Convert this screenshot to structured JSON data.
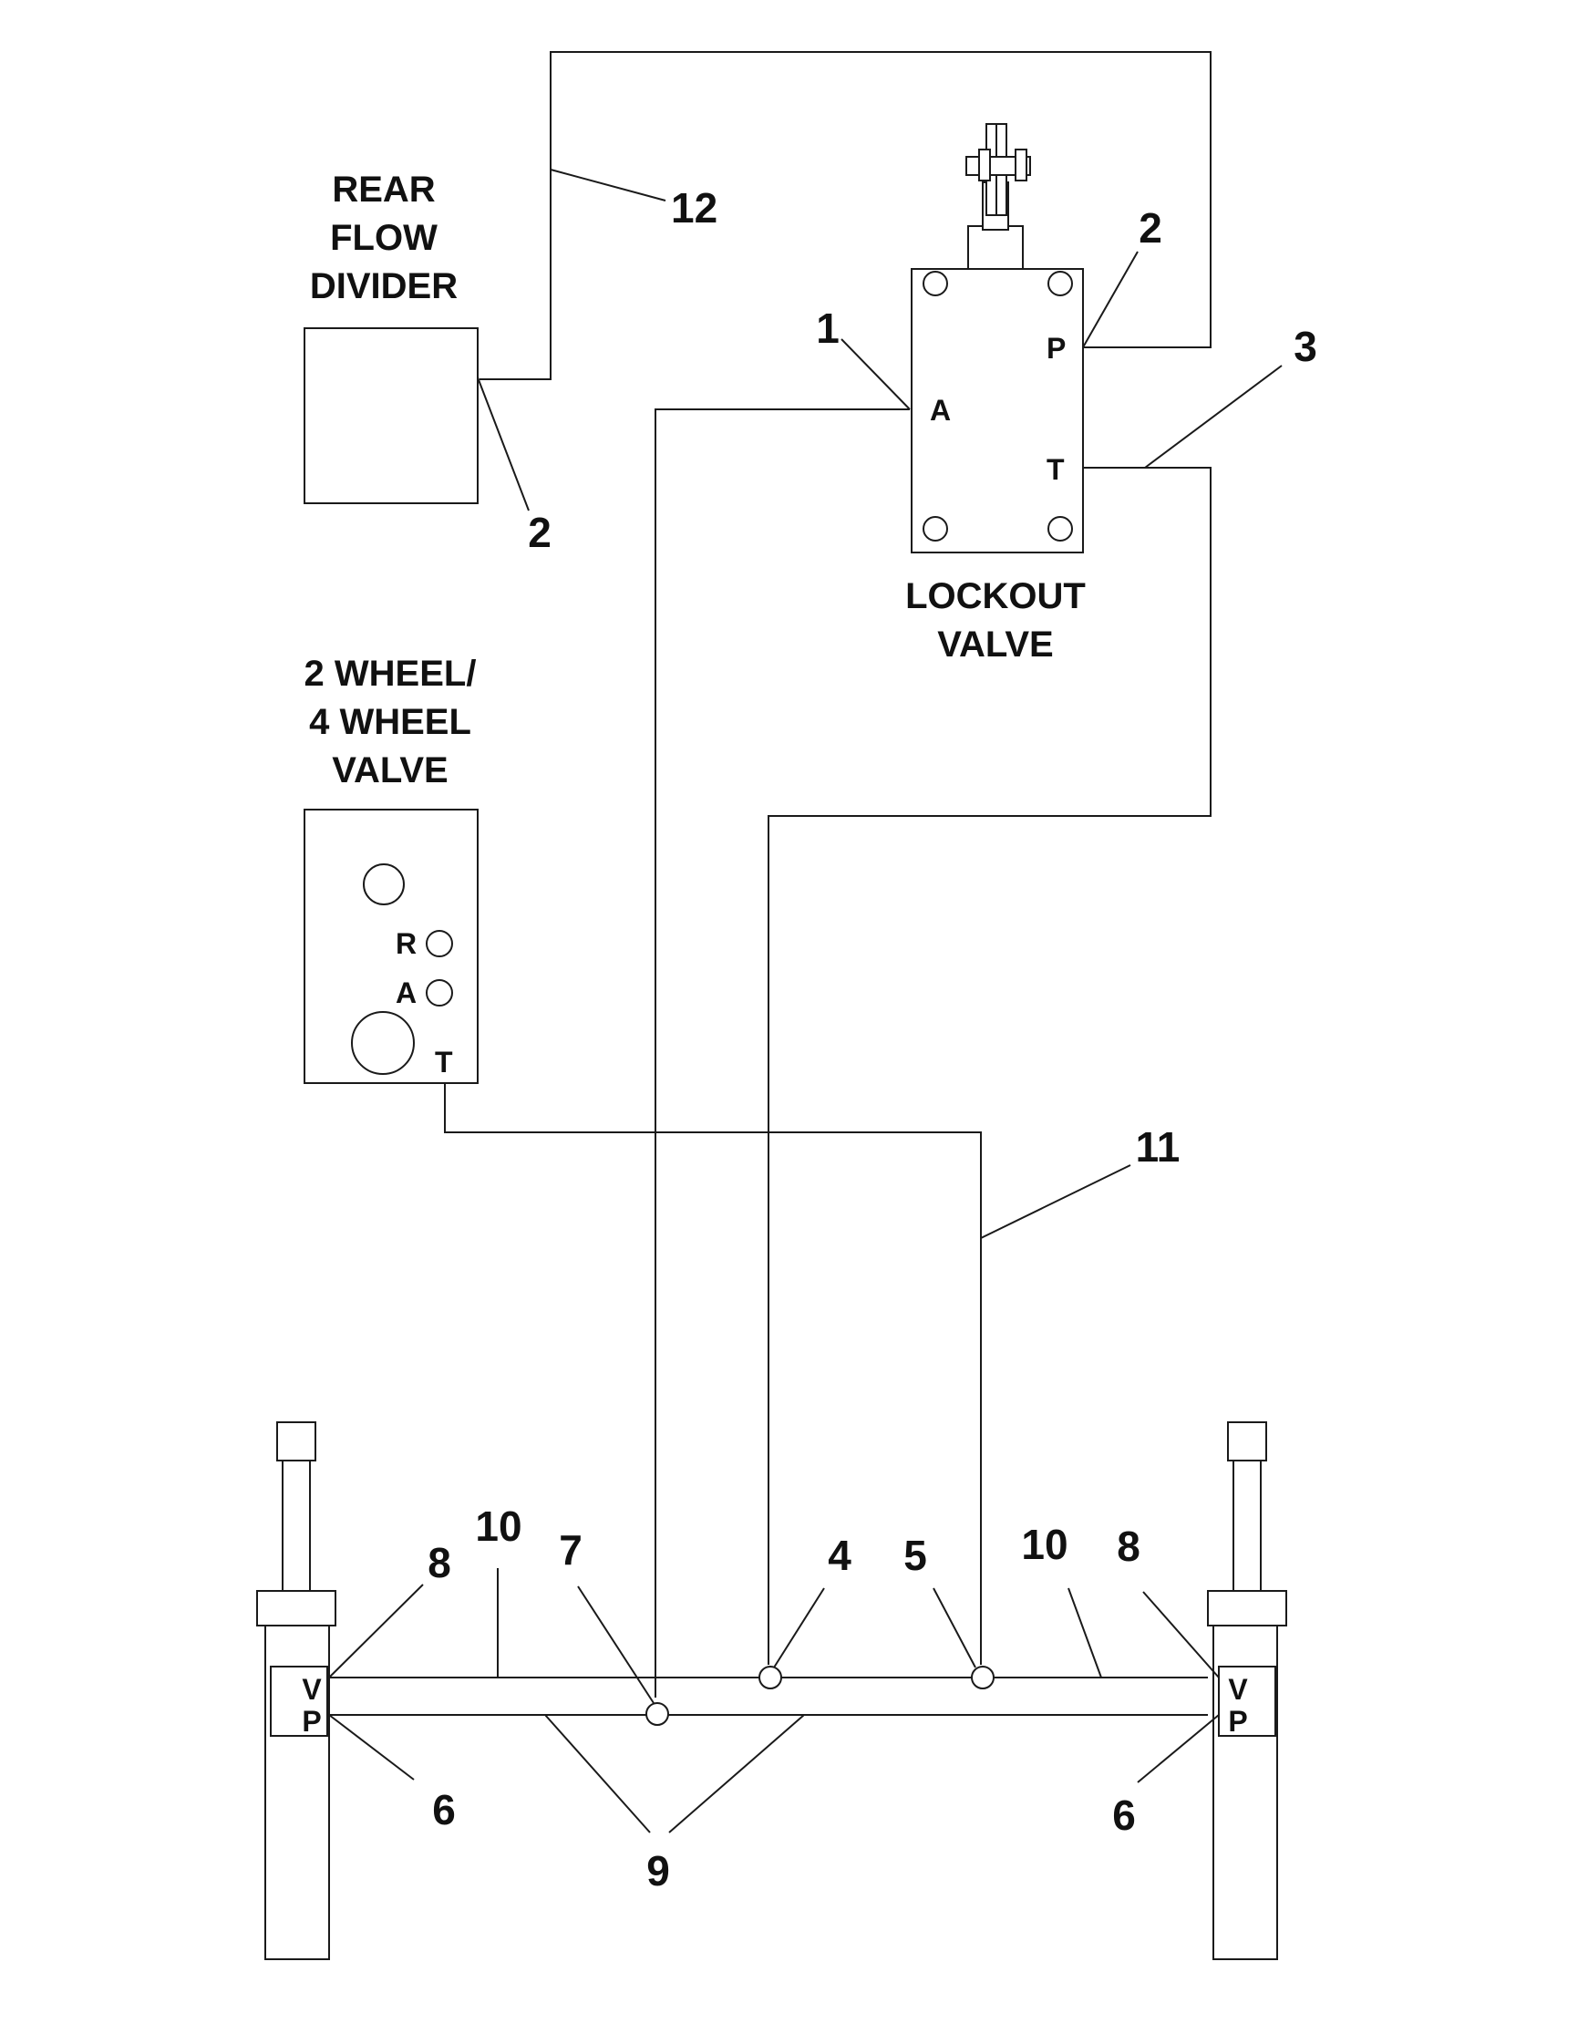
{
  "components": {
    "rear_flow_divider": {
      "title_lines": [
        "REAR",
        "FLOW",
        "DIVIDER"
      ]
    },
    "lockout_valve": {
      "title_lines": [
        "LOCKOUT",
        "VALVE"
      ],
      "ports": {
        "a": "A",
        "p": "P",
        "t": "T"
      }
    },
    "wheel_valve": {
      "title_lines": [
        "2 WHEEL/",
        "4 WHEEL",
        "VALVE"
      ],
      "ports": {
        "r": "R",
        "a": "A",
        "t": "T"
      }
    },
    "left_cylinder": {
      "ports": {
        "v": "V",
        "p": "P"
      }
    },
    "right_cylinder": {
      "ports": {
        "v": "V",
        "p": "P"
      }
    }
  },
  "callouts": {
    "c12": "12",
    "c2_divider": "2",
    "c2_lockout": "2",
    "c1": "1",
    "c3": "3",
    "c11": "11",
    "c10_left": "10",
    "c10_right": "10",
    "c8_left": "8",
    "c8_right": "8",
    "c7": "7",
    "c4": "4",
    "c5": "5",
    "c6_left": "6",
    "c6_right": "6",
    "c9": "9"
  },
  "colors": {
    "line": "#1a1a1a",
    "background": "#ffffff",
    "text": "#111111"
  }
}
